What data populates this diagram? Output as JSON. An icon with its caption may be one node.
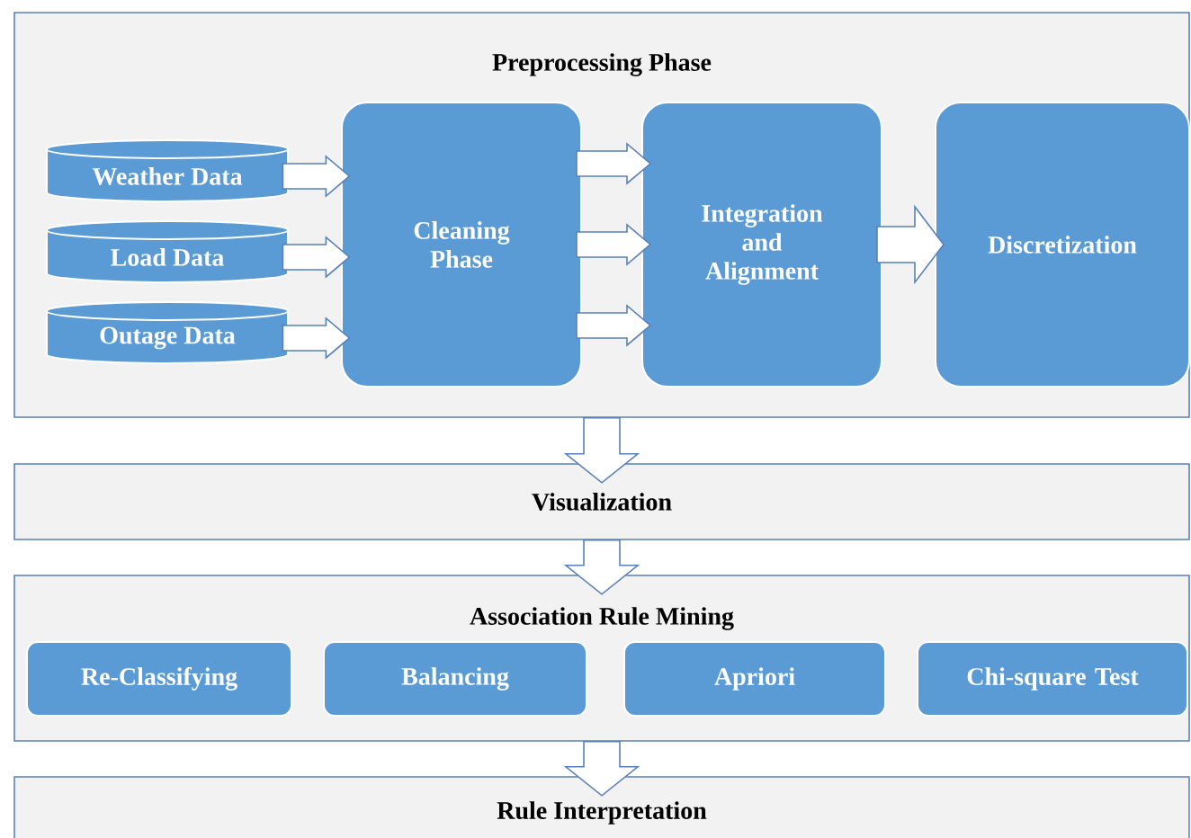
{
  "diagram": {
    "nodes": [
      {
        "text": [
          "Preprocessing Phase"
        ]
      },
      {
        "text": [
          "Weather Data"
        ],
        "in": 0
      },
      {
        "text": [
          "Load Data"
        ],
        "in": 0
      },
      {
        "text": [
          "Outage Data"
        ],
        "in": 0
      },
      {
        "text": [
          "Cleaning Phase"
        ],
        "in": 0
      },
      {
        "text": [
          "Integration and Alignment"
        ],
        "in": 0
      },
      {
        "text": [
          "Discretization"
        ],
        "in": 0
      },
      {
        "text": [
          "Visualization"
        ]
      },
      {
        "text": [
          "Association Rule Mining"
        ]
      },
      {
        "text": [
          "Re-Classifying"
        ],
        "in": 8
      },
      {
        "text": [
          "Balancing"
        ],
        "in": 8
      },
      {
        "text": [
          "Apriori"
        ],
        "in": 8
      },
      {
        "text": [
          "Chi-square Test"
        ],
        "in": 8
      },
      {
        "text": [
          "Rule Interpretation"
        ]
      }
    ],
    "edges": [
      {
        "from": 1,
        "to": 4,
        "arrow": "to"
      },
      {
        "from": 2,
        "to": 4,
        "arrow": "to"
      },
      {
        "from": 3,
        "to": 4,
        "arrow": "to"
      },
      {
        "from": 4,
        "to": 5,
        "arrow": "to"
      },
      {
        "from": 4,
        "to": 5,
        "arrow": "to"
      },
      {
        "from": 4,
        "to": 5,
        "arrow": "to"
      },
      {
        "from": 5,
        "to": 6,
        "arrow": "to"
      },
      {
        "from": 0,
        "to": 7,
        "arrow": "to"
      },
      {
        "from": 7,
        "to": 8,
        "arrow": "to"
      },
      {
        "from": 8,
        "to": 13,
        "arrow": "to"
      }
    ]
  }
}
